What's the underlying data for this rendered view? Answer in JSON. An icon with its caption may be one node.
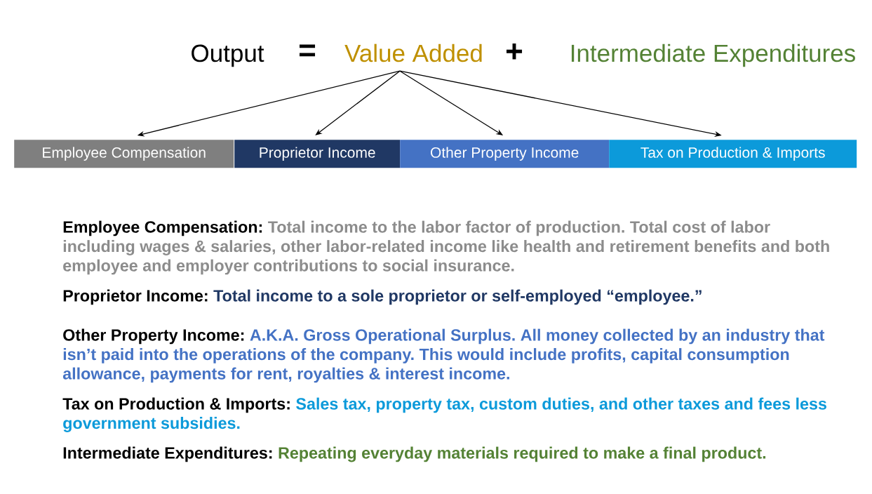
{
  "diagram": {
    "nodes": [
      {
        "text": [
          "Value Added"
        ]
      },
      {
        "text": [
          "Employee Compensation"
        ]
      },
      {
        "text": [
          "Proprietor Income"
        ]
      },
      {
        "text": [
          "Other Property Income"
        ]
      },
      {
        "text": [
          "Tax on Production & Imports"
        ]
      }
    ],
    "edges": [
      {
        "from": 0,
        "to": 1,
        "arrow": "to"
      },
      {
        "from": 0,
        "to": 2,
        "arrow": "to"
      },
      {
        "from": 0,
        "to": 3,
        "arrow": "to"
      },
      {
        "from": 0,
        "to": 4,
        "arrow": "to"
      }
    ],
    "labels": [
      "Output",
      "=",
      "+",
      "Intermediate Expenditures",
      "Employee Compensation:",
      "Total income to the labor factor of production. Total cost of labor including wages & salaries, other labor-related income like health and retirement benefits and both employee and employer contributions to social insurance.",
      "Proprietor Income:",
      "Total income to a sole proprietor or self-employed “employee.”",
      "Other Property Income:",
      "A.K.A. Gross Operational Surplus. All money collected by an industry that isn’t paid into the operations of the company. This would include profits, capital consumption allowance, payments for rent, royalties & interest income.",
      "Tax on Production & Imports:",
      "Sales tax, property tax, custom duties, and other taxes and fees less government subsidies.",
      "Intermediate Expenditures:",
      "Repeating everyday materials required to make a final product."
    ]
  }
}
